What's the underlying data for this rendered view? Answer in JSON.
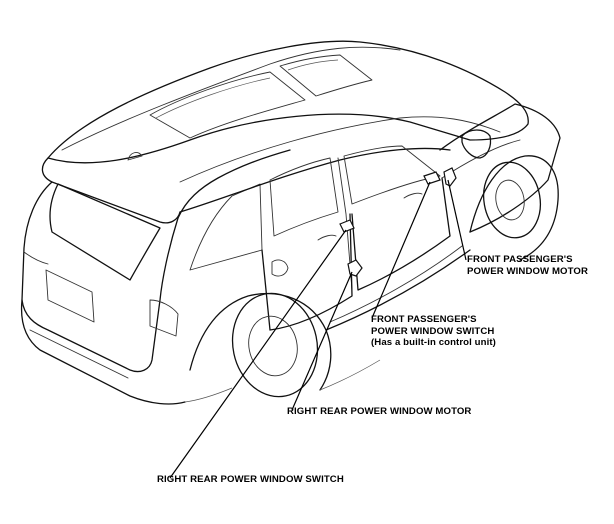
{
  "diagram": {
    "labels": {
      "front_passenger_motor": [
        "FRONT PASSENGER'S",
        "POWER WINDOW MOTOR"
      ],
      "front_passenger_switch": [
        "FRONT PASSENGER'S",
        "POWER WINDOW SWITCH",
        "(Has a built-in control unit)"
      ],
      "right_rear_motor": "RIGHT REAR POWER WINDOW MOTOR",
      "right_rear_switch": "RIGHT REAR POWER WINDOW SWITCH"
    }
  }
}
